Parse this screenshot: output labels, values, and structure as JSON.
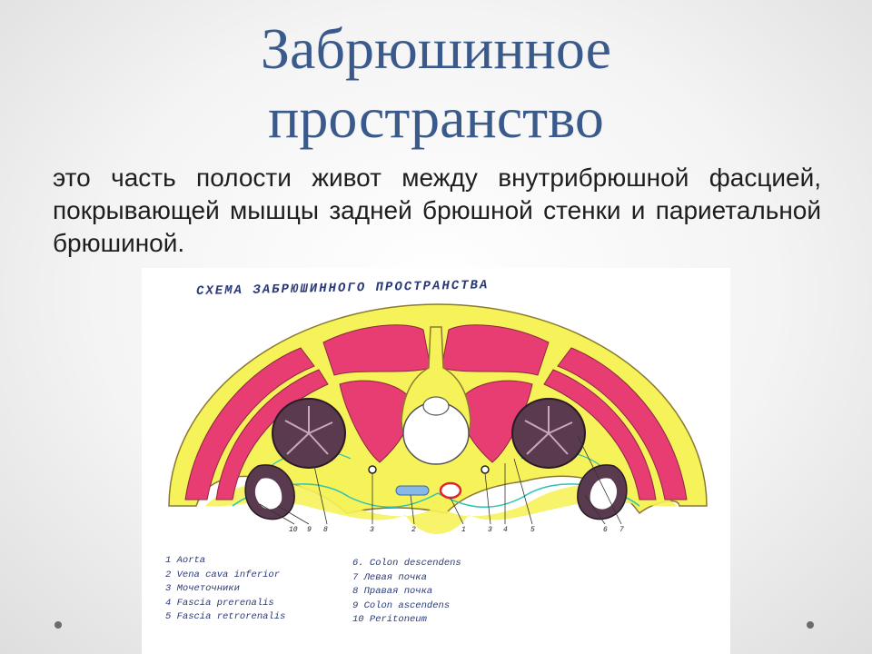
{
  "title": {
    "line1": "Забрюшинное",
    "line2": "пространство"
  },
  "definition": "это часть полости живот между внутрибрюшной фасцией, покрывающей мышцы задней брюшной стенки и париетальной брюшиной.",
  "figure": {
    "caption": "СХЕМА ЗАБРЮШИННОГО ПРОСТРАНСТВА",
    "labels": [
      "10",
      "9",
      "8",
      "3",
      "2",
      "1",
      "3",
      "4",
      "5",
      "6",
      "7"
    ],
    "legend_left": [
      "1 Aorta",
      "2 Vena cava inferior",
      "3 Мочеточники",
      "4 Fascia prerenalis",
      "5 Fascia retrorenalis"
    ],
    "legend_right": [
      "6. Colon descendens",
      "7 Левая почка",
      "8 Правая почка",
      "9 Colon ascendens",
      "10 Peritoneum"
    ],
    "colors": {
      "fat": "#f6f25a",
      "muscle": "#e83d72",
      "kidney": "#5a3a4e",
      "peritoneum": "#2ec3b4",
      "aorta": "#e0232c",
      "vena_cava": "#87b8e8"
    }
  }
}
